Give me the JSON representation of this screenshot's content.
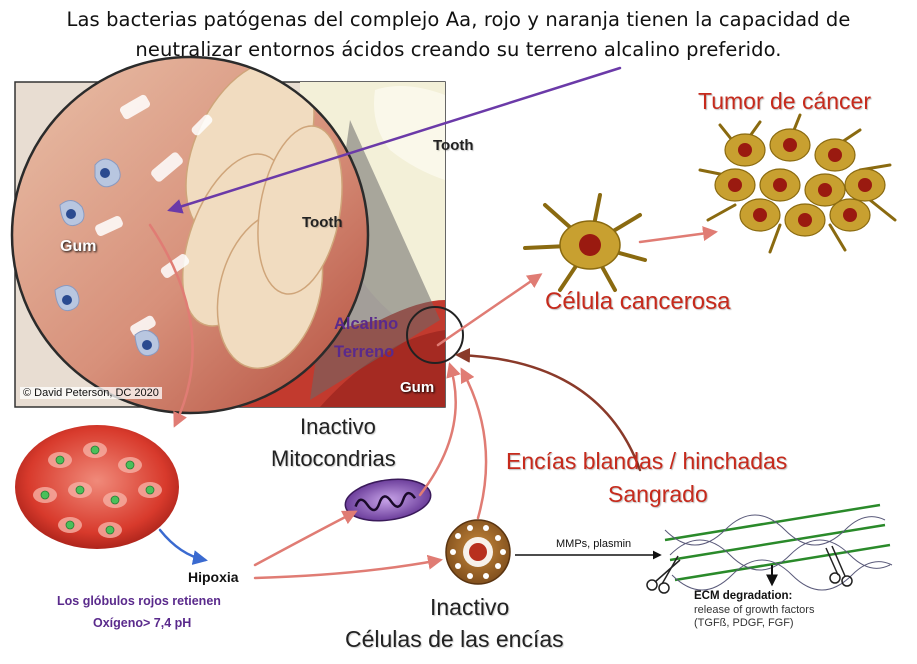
{
  "header": {
    "line1": "Las bacterias patógenas del complejo Aa, rojo y naranja tienen la capacidad de",
    "line2": "neutralizar entornos ácidos creando su terreno alcalino preferido."
  },
  "illustration": {
    "tooth_label_1": "Tooth",
    "tooth_label_2": "Tooth",
    "gum_label_1": "Gum",
    "gum_label_2": "Gum",
    "alkaline_line1": "Alcalino",
    "alkaline_line2": "Terreno",
    "copyright": "© David Peterson, DC 2020"
  },
  "labels": {
    "tumor": "Tumor de cáncer",
    "cancer_cell": "Célula cancerosa",
    "inactive_mito_1": "Inactivo",
    "inactive_mito_2": "Mitocondrias",
    "gums_1": "Encías blandas / hinchadas",
    "gums_2": "Sangrado",
    "hypoxia": "Hipoxia",
    "rbc_1": "Los glóbulos rojos retienen",
    "rbc_2": "Oxígeno> 7,4 pH",
    "inactive_gum_1": "Inactivo",
    "inactive_gum_2": "Células de las encías"
  },
  "ecm": {
    "mmps": "MMPs, plasmin",
    "title": "ECM degradation:",
    "line1": "release of growth factors",
    "line2": "(TGFß, PDGF, FGF)"
  },
  "colors": {
    "red_label": "#c62a1c",
    "purple_label": "#5a2a8c",
    "arrow_red": "#e07c74",
    "arrow_purple": "#6b3aa8"
  }
}
